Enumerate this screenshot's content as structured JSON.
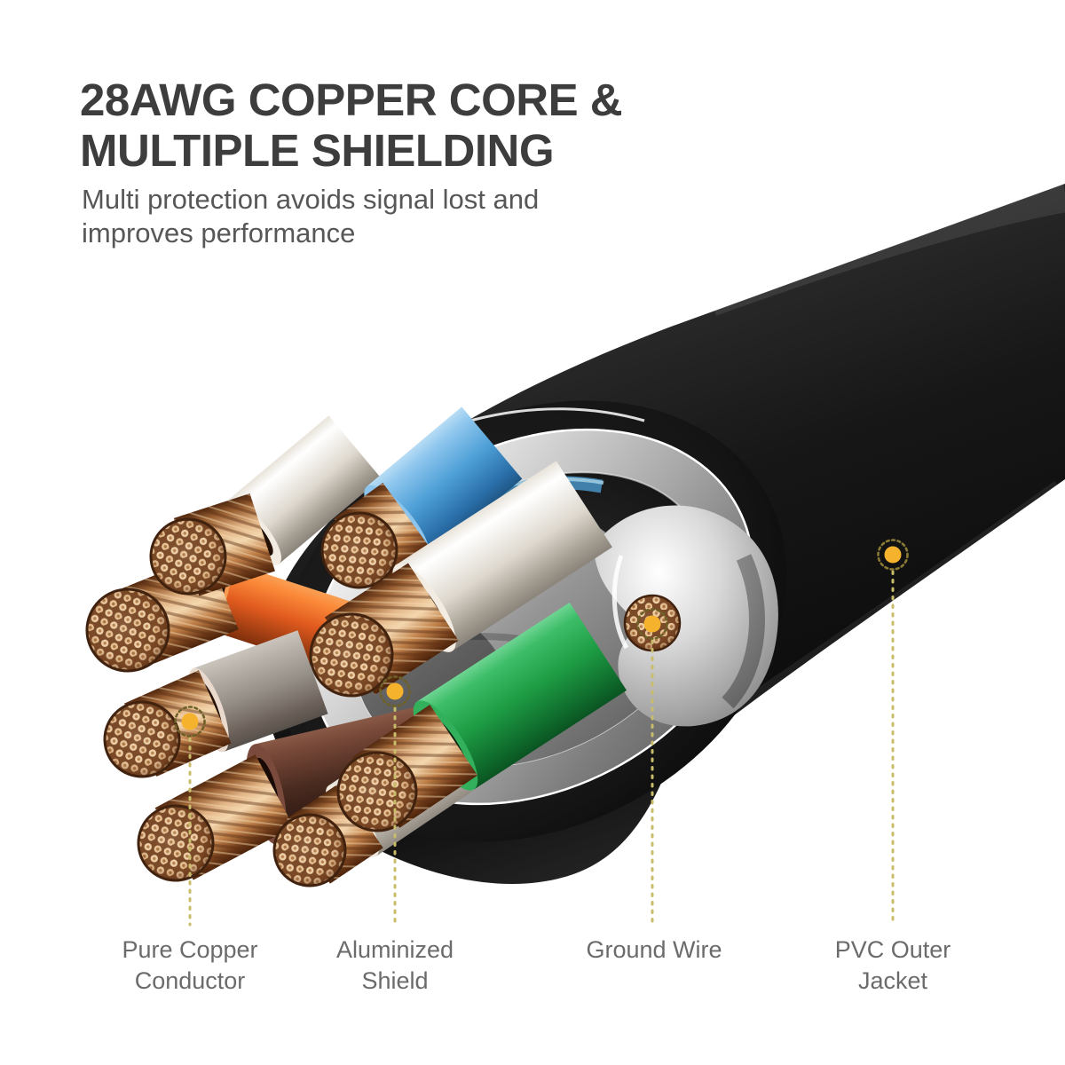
{
  "header": {
    "title_line1": "28AWG COPPER CORE &",
    "title_line2": "MULTIPLE SHIELDING",
    "subtitle_line1": "Multi protection avoids signal lost and",
    "subtitle_line2": "improves performance"
  },
  "callouts": {
    "pure_copper": {
      "line1": "Pure Copper",
      "line2": "Conductor"
    },
    "aluminized_shield": {
      "line1": "Aluminized",
      "line2": "Shield"
    },
    "ground_wire": {
      "line1": "Ground Wire",
      "line2": ""
    },
    "pvc_jacket": {
      "line1": "PVC Outer",
      "line2": "Jacket"
    }
  },
  "colors": {
    "accent_dot": "#F5B32D",
    "leader_line": "#C9BC6A",
    "title_text": "#3D3D3D",
    "subtitle_text": "#575757",
    "label_text": "#6B6B6B",
    "jacket_black": "#1A1A1A",
    "foil_silver": "#C9C9C9",
    "copper": "#C98E5A",
    "wire_white": "#F2EFE9",
    "wire_orange": "#E05A1E",
    "wire_blue": "#4D9FD6",
    "wire_gray": "#958F87",
    "wire_brown": "#4A2B20",
    "wire_green": "#1E9C44"
  }
}
